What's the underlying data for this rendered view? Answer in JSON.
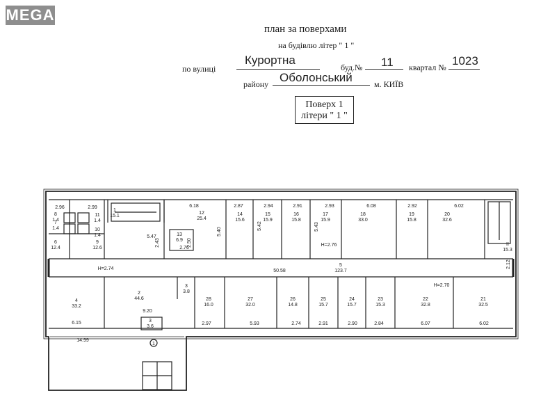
{
  "logo": "MEGA",
  "header": {
    "title": "план за  поверхами",
    "subtitle": "на будівлю літер \" 1 \"",
    "street_label": "по вулиці",
    "street": "Курортна",
    "bud_label": "буд.№",
    "bud": "11",
    "kvartal_label": "квартал №",
    "kvartal": "1023",
    "district_label": "району",
    "district": "Оболонський",
    "city": "м. КИЇВ"
  },
  "floor_box": {
    "line1": "Поверх 1",
    "line2": "літери \" 1 \""
  },
  "plan": {
    "rooms": [
      {
        "n": "1",
        "a": "15.1"
      },
      {
        "n": "2",
        "a": "44.6"
      },
      {
        "n": "3",
        "a": "3.8"
      },
      {
        "n": "3",
        "a": "3.6"
      },
      {
        "n": "4",
        "a": "33.2"
      },
      {
        "n": "5",
        "a": "123.7"
      },
      {
        "n": "6",
        "a": "12.4"
      },
      {
        "n": "7",
        "a": "1.4"
      },
      {
        "n": "8",
        "a": "1.4"
      },
      {
        "n": "9",
        "a": "12.6"
      },
      {
        "n": "10",
        "a": "1.4"
      },
      {
        "n": "11",
        "a": "1.4"
      },
      {
        "n": "12",
        "a": "25.4"
      },
      {
        "n": "13",
        "a": "6.9"
      },
      {
        "n": "14",
        "a": "15.6"
      },
      {
        "n": "15",
        "a": "15.9"
      },
      {
        "n": "16",
        "a": "15.8"
      },
      {
        "n": "17",
        "a": "15.9"
      },
      {
        "n": "18",
        "a": "33.0"
      },
      {
        "n": "19",
        "a": "15.8"
      },
      {
        "n": "20",
        "a": "32.6"
      },
      {
        "n": "II",
        "a": "15.3"
      },
      {
        "n": "21",
        "a": "32.5"
      },
      {
        "n": "22",
        "a": "32.8"
      },
      {
        "n": "23",
        "a": "15.3"
      },
      {
        "n": "24",
        "a": "15.7"
      },
      {
        "n": "25",
        "a": "15.7"
      },
      {
        "n": "26",
        "a": "14.8"
      },
      {
        "n": "27",
        "a": "32.0"
      },
      {
        "n": "28",
        "a": "16.0"
      }
    ],
    "dims": [
      "2.96",
      "2.99",
      "6.18",
      "2.87",
      "2.94",
      "2.91",
      "2.93",
      "6.08",
      "2.92",
      "6.02",
      "5.47",
      "2.43",
      "2.50",
      "2.76",
      "H=2.76",
      "H=2.74",
      "50.58",
      "2.12",
      "H=2.70",
      "9.20",
      "14.99",
      "6.15",
      "2.97",
      "5.93",
      "2.74",
      "2.91",
      "2.90",
      "2.84",
      "6.07",
      "6.02",
      "5.40",
      "5.42",
      "5.43"
    ],
    "axis_marker": "1"
  }
}
